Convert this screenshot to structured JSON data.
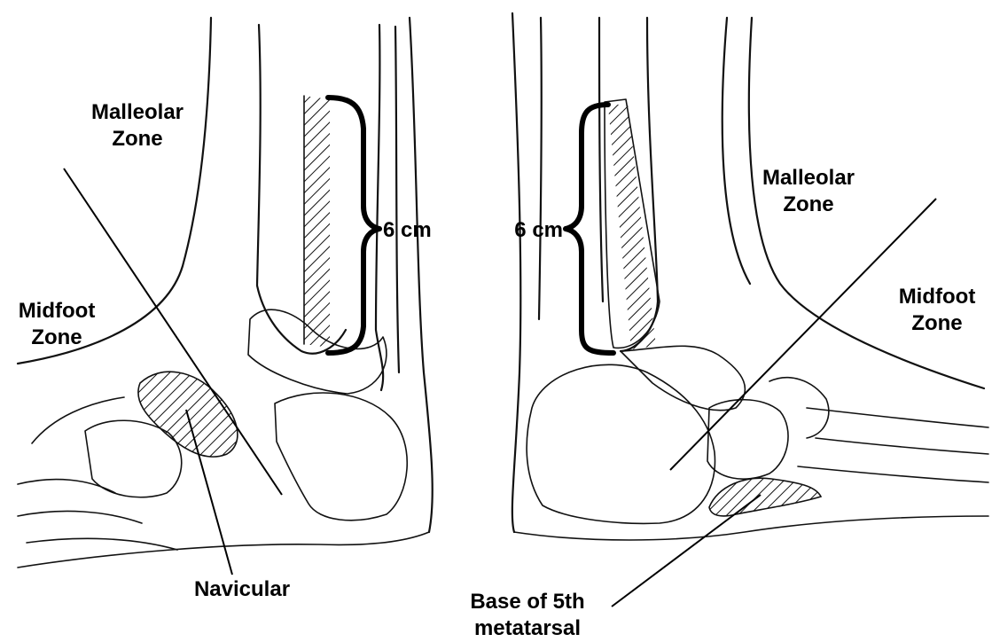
{
  "left_view": {
    "malleolar_zone": [
      "Malleolar",
      "Zone"
    ],
    "midfoot_zone": [
      "Midfoot",
      "Zone"
    ],
    "measurement": "6 cm",
    "navicular": "Navicular"
  },
  "right_view": {
    "malleolar_zone": [
      "Malleolar",
      "Zone"
    ],
    "midfoot_zone": [
      "Midfoot",
      "Zone"
    ],
    "measurement": "6 cm",
    "metatarsal": [
      "Base of 5th",
      "metatarsal"
    ]
  }
}
